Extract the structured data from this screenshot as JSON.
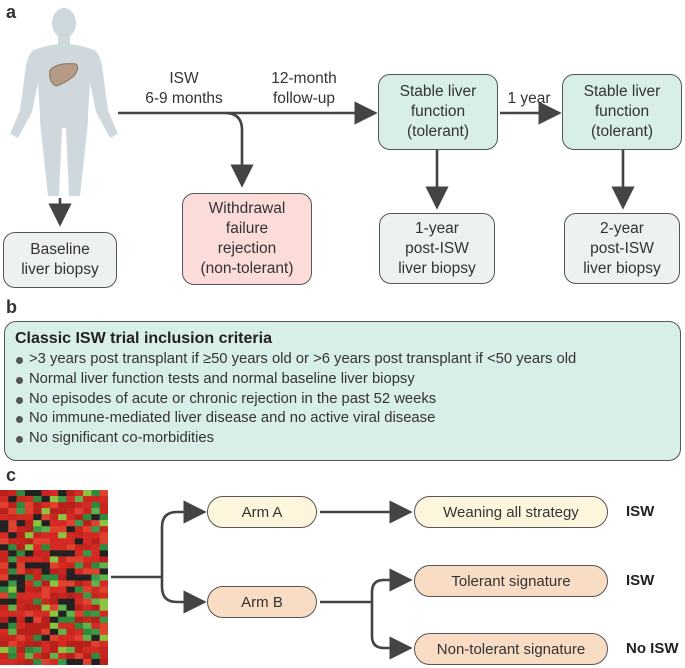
{
  "panels": {
    "a": "a",
    "b": "b",
    "c": "c"
  },
  "colors": {
    "teal_box": "#d8eee8",
    "pink_box": "#fbdcd8",
    "grey_box": "#eef1f2",
    "cream_box": "#fdf6dc",
    "peach_box": "#f8dcc4",
    "silhouette": "#cfd8dd",
    "liver": "#b59b86",
    "heatmap_red": "#d42a23",
    "heatmap_green": "#3a9a47",
    "heatmap_black": "#222222"
  },
  "panel_a": {
    "isw_label": [
      "ISW",
      "6-9 months"
    ],
    "followup_label": [
      "12-month",
      "follow-up"
    ],
    "year_label": "1 year",
    "baseline_box": [
      "Baseline",
      "liver biopsy"
    ],
    "failure_box": [
      "Withdrawal",
      "failure",
      "rejection",
      "(non-tolerant)"
    ],
    "stable_box_1": [
      "Stable liver",
      "function",
      "(tolerant)"
    ],
    "stable_box_2": [
      "Stable liver",
      "function",
      "(tolerant)"
    ],
    "biopsy_1yr_box": [
      "1-year",
      "post-ISW",
      "liver biopsy"
    ],
    "biopsy_2yr_box": [
      "2-year",
      "post-ISW",
      "liver biopsy"
    ]
  },
  "panel_b": {
    "title": "Classic ISW trial inclusion criteria",
    "items": [
      ">3 years post transplant if ≥50 years old or >6 years post transplant if <50 years old",
      "Normal liver function tests and normal baseline liver biopsy",
      "No episodes of acute or chronic rejection in the past 52 weeks",
      "No immune-mediated liver disease and no active viral disease",
      "No significant co-morbidities"
    ]
  },
  "panel_c": {
    "arm_a": "Arm A",
    "arm_b": "Arm B",
    "weaning": "Weaning all strategy",
    "tolerant": "Tolerant signature",
    "non_tolerant": "Non-tolerant signature",
    "outcome_weaning": "ISW",
    "outcome_tolerant": "ISW",
    "outcome_non_tolerant": "No ISW"
  }
}
